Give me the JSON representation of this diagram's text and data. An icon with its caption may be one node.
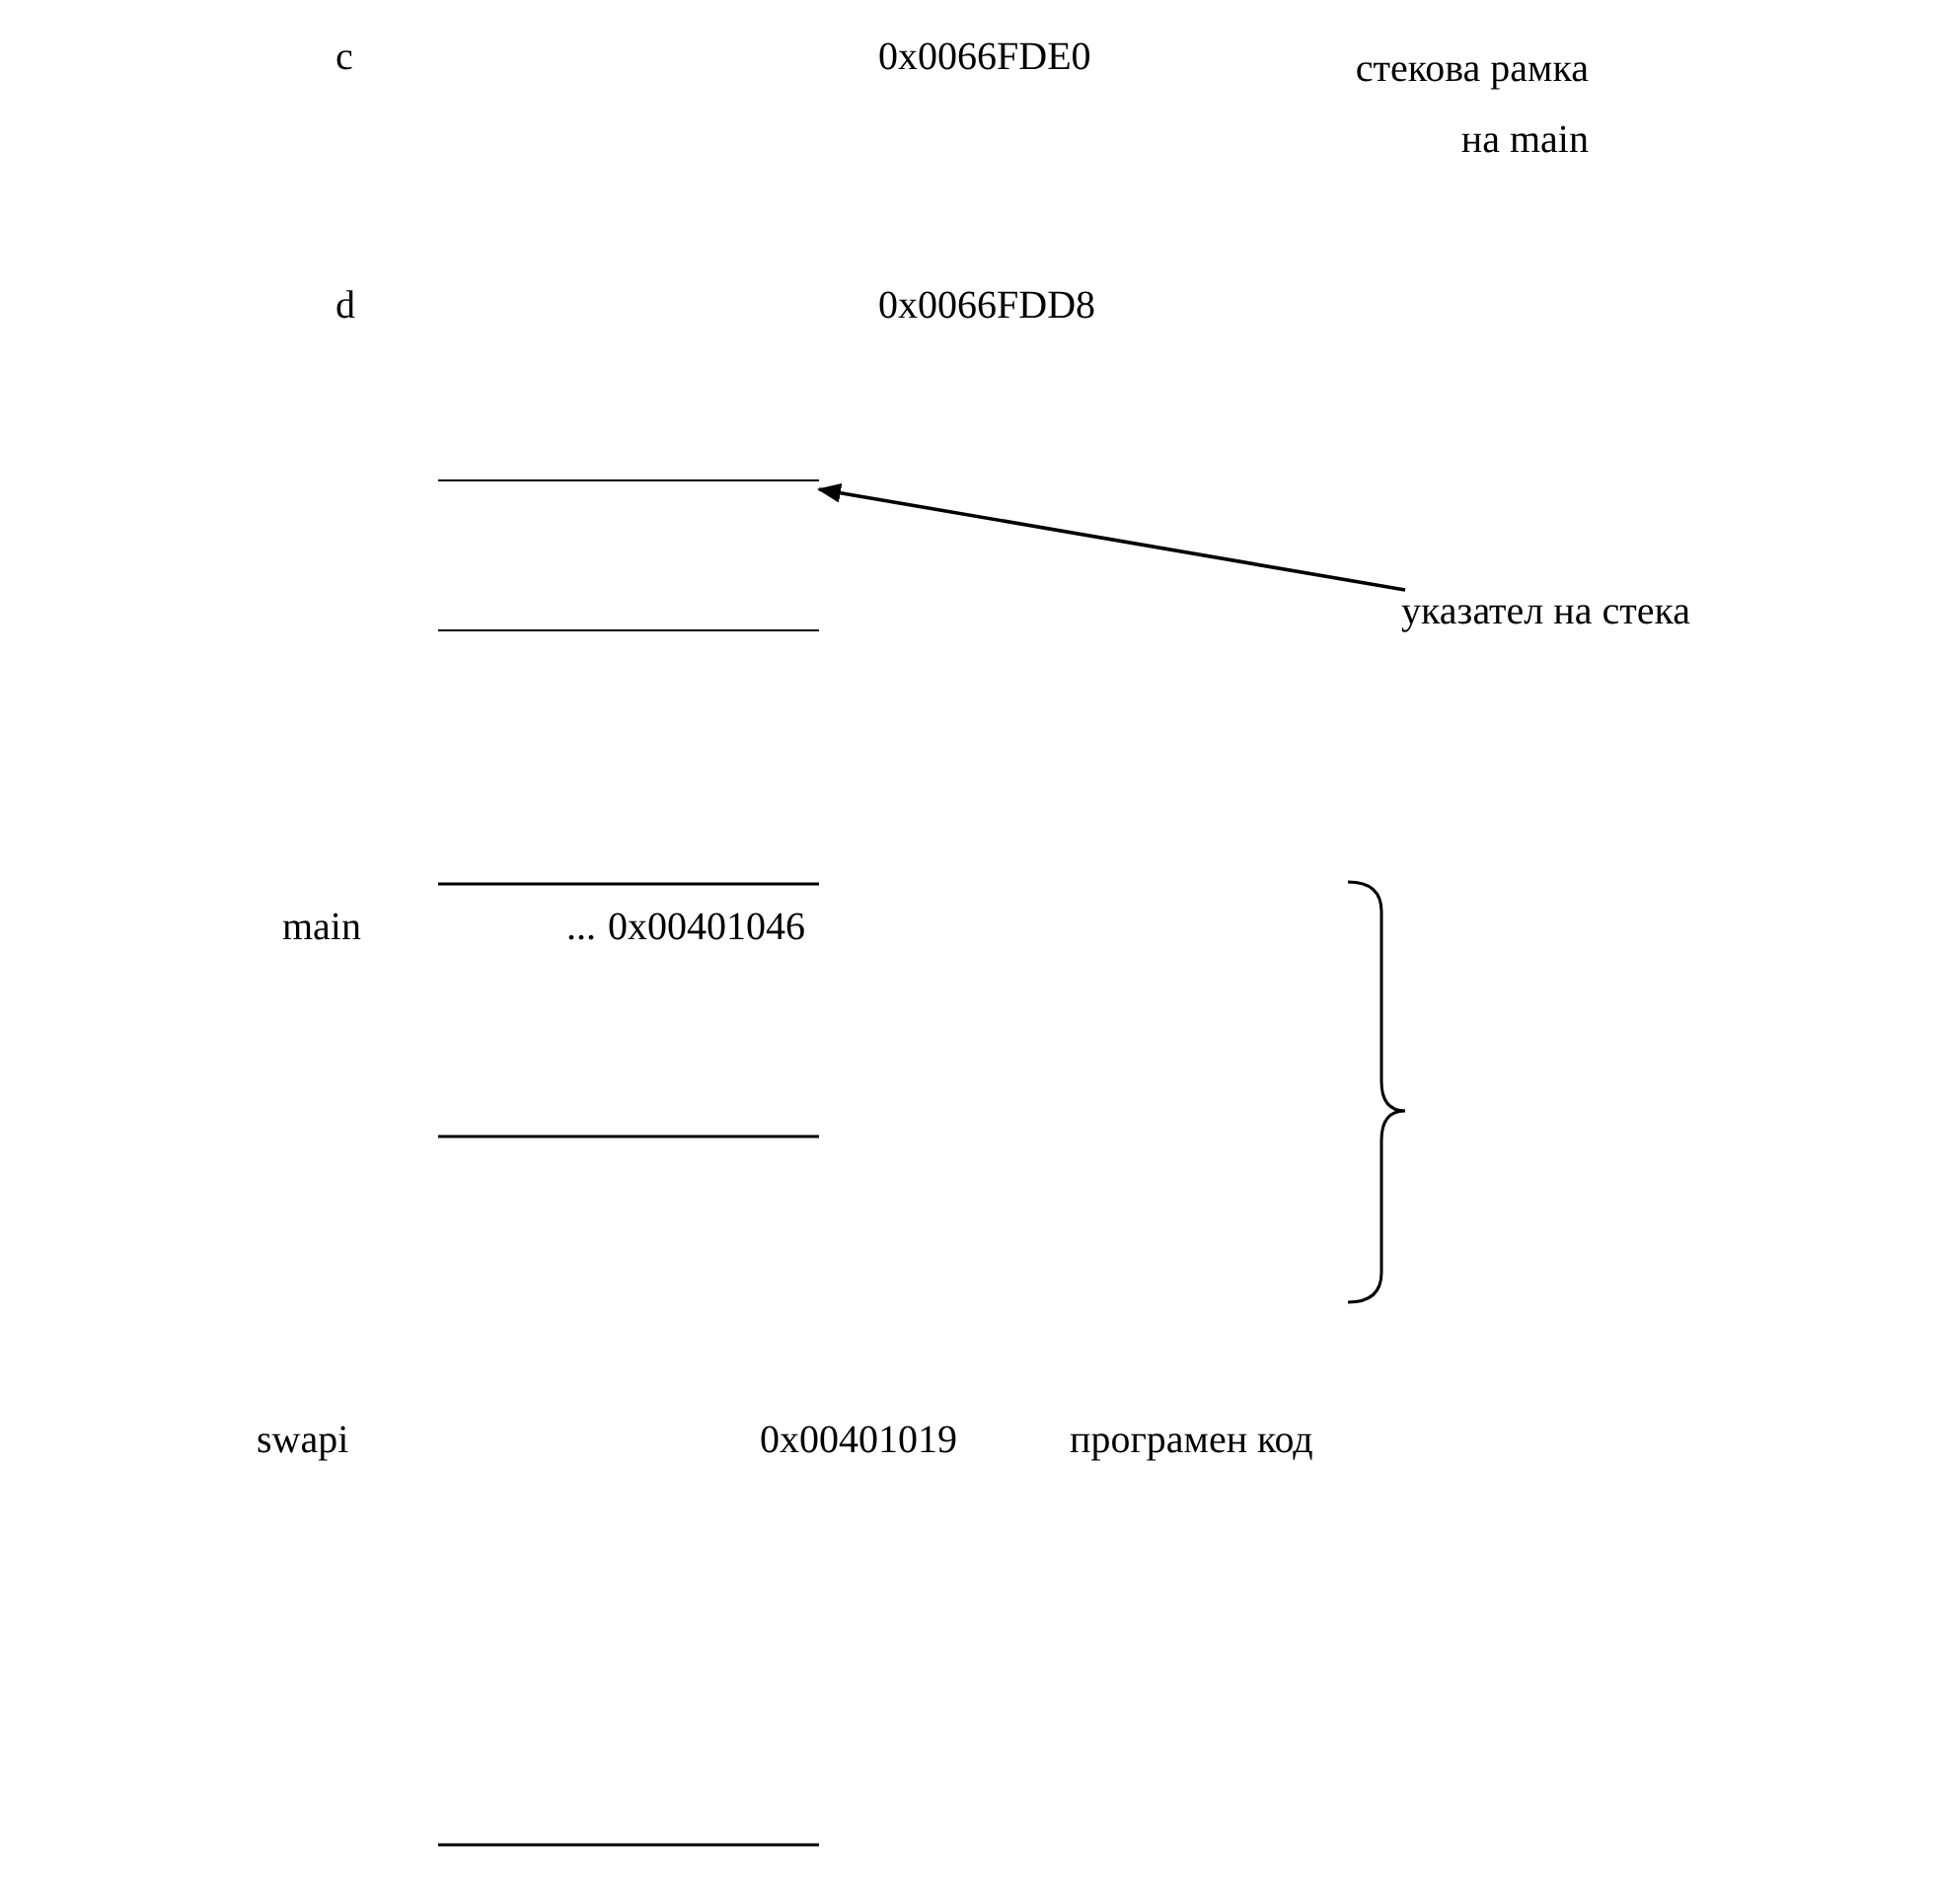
{
  "diagram": {
    "nodes": [
      {
        "text": [],
        "shape": "box"
      },
      {
        "text": [
          "указател на стека"
        ]
      }
    ],
    "edges": [
      {
        "from": 1,
        "to": 0,
        "arrow": "to"
      }
    ],
    "labels": [
      "c",
      "0x0066FDE0",
      "стекова рамка на main",
      "d",
      "0x0066FDD8",
      "main",
      "...",
      "0x00401046",
      "swapi",
      "0x00401019",
      "програмен код"
    ]
  }
}
